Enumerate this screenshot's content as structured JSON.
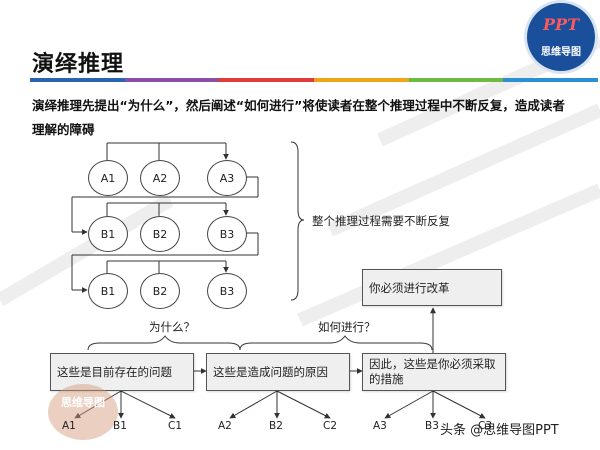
{
  "title": "演绎推理",
  "description": "演绎推理先提出“为什么”，然后阐述“如何进行”将使读者在整个推理过程中不断反复，造成读者理解的障碍",
  "logo": {
    "brand": "PPT",
    "sub": "思维导图"
  },
  "rows": [
    [
      "A1",
      "A2",
      "A3"
    ],
    [
      "B1",
      "B2",
      "B3"
    ],
    [
      "B1",
      "B2",
      "B3"
    ]
  ],
  "brace_label": "整个推理过程需要不断反复",
  "why_label": "为什么？",
  "how_label": "如何进行？",
  "flow": {
    "box1": "这些是目前存在的问题",
    "box2": "这些是造成问题的原因",
    "box3": "因此，这些是你必须采取的措施",
    "top": "你必须进行改革"
  },
  "leaves": {
    "g1": [
      "A1",
      "B1",
      "C1"
    ],
    "g2": [
      "A2",
      "B2",
      "C2"
    ],
    "g3": [
      "A3",
      "B3",
      "C3"
    ]
  },
  "stamp": "思维导图",
  "watermark": "头条 @思维导图PPT",
  "colors": {
    "bar": [
      "#2b63b4",
      "#8a4ea6",
      "#e23b3b",
      "#f0a21a",
      "#72b944",
      "#2b8fd6"
    ],
    "logo_bg": "#1a4f9c",
    "logo_ppt": "#ff5a5a"
  }
}
